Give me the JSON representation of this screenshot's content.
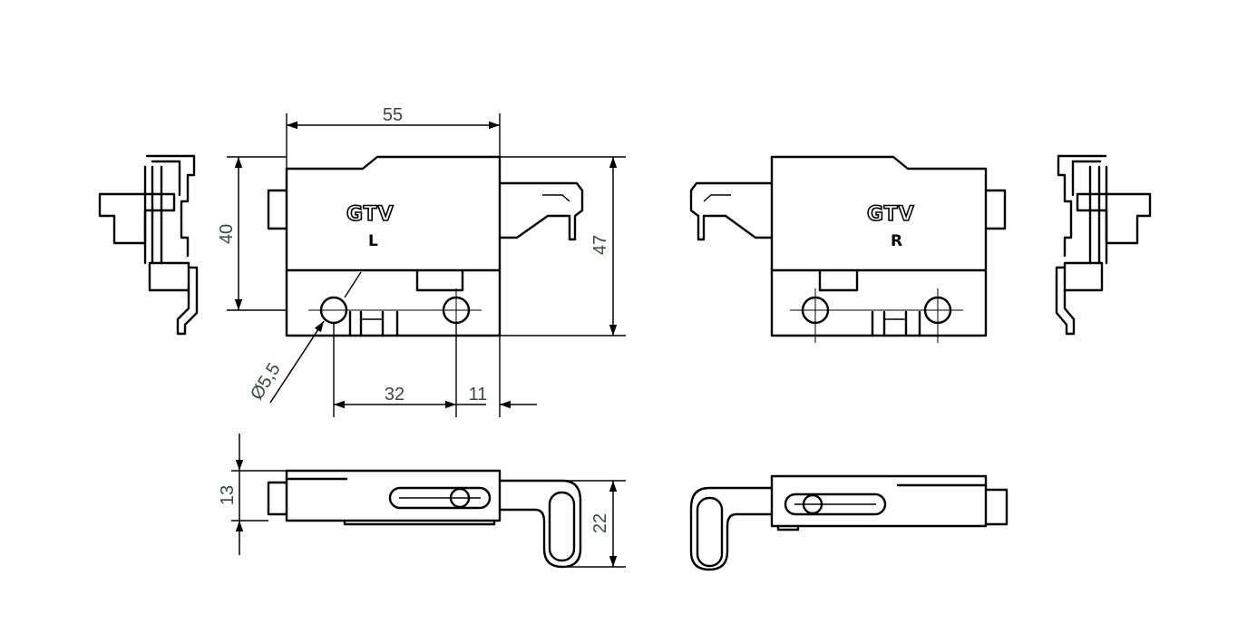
{
  "dimensions": {
    "width": "55",
    "height_left": "40",
    "height_right": "47",
    "hole_diameter": "Ø5,5",
    "hole_spacing": "32",
    "hole_offset": "11",
    "thickness": "13",
    "bracket_depth": "22"
  },
  "labels": {
    "brand_left": "GTV",
    "side_left": "L",
    "brand_right": "GTV",
    "side_right": "R"
  }
}
